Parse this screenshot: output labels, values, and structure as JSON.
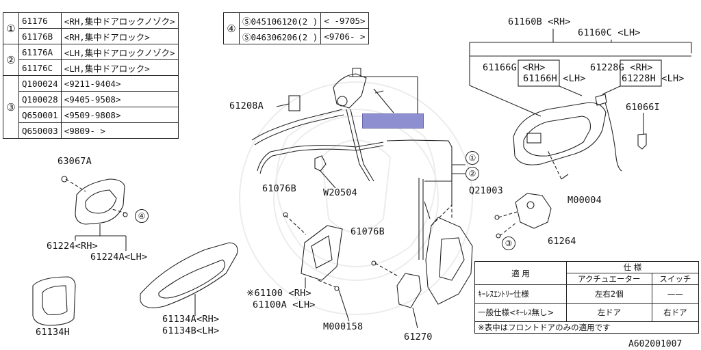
{
  "left_table": {
    "groups": [
      {
        "num": "①",
        "rows": [
          [
            "61176",
            "<RH,集中ドアロックノゾク>"
          ],
          [
            "61176B",
            "<RH,集中ドアロック>"
          ]
        ]
      },
      {
        "num": "②",
        "rows": [
          [
            "61176A",
            "<LH,集中ドアロックノゾク>"
          ],
          [
            "61176C",
            "<LH,集中ドアロック>"
          ]
        ]
      },
      {
        "num": "③",
        "rows": [
          [
            "Q100024",
            "<9211-9404>"
          ],
          [
            "Q100028",
            "<9405-9508>"
          ],
          [
            "Q650001",
            "<9509-9808>"
          ],
          [
            "Q650003",
            "<9809-   >"
          ]
        ]
      }
    ]
  },
  "right_table": {
    "num": "④",
    "rows": [
      [
        "Ⓢ045106120(2 )",
        "<    -9705>"
      ],
      [
        "Ⓢ046306206(2 )",
        "<9706-    >"
      ]
    ]
  },
  "labels": {
    "l61160b": "61160B <RH>",
    "l61160c": "61160C <LH>",
    "l61166g": "61166G <RH>",
    "l61166h": "61166H <LH>",
    "l61228g": "61228G <RH>",
    "l61228h": "61228H <LH>",
    "l61066i": "61066I",
    "l61208a": "61208A",
    "l63067a": "63067A",
    "lw20504": "W20504",
    "l61076b_1": "61076B",
    "l61076b_2": "61076B",
    "lq21003": "Q21003",
    "lm00004": "M00004",
    "l61264": "61264",
    "l61224": "61224<RH>",
    "l61224a": "61224A<LH>",
    "l61100": "※61100 <RH>",
    "l61100a": "61100A <LH>",
    "lm000158": "M000158",
    "l61270": "61270",
    "l61134a": "61134A<RH>",
    "l61134b": "61134B<LH>",
    "l61134h": "61134H"
  },
  "callouts": {
    "c1": "①",
    "c2": "②",
    "c3": "③",
    "c4": "④"
  },
  "spec_table": {
    "head_apply": "適  用",
    "head_spec": "仕  様",
    "head_actuator": "アクチュエーター",
    "head_switch": "スイッチ",
    "row1": [
      "ｷｰﾚｽｴﾝﾄﾘｰ仕様",
      "左右2個",
      "——"
    ],
    "row2": [
      "一般仕様<ｷｰﾚｽ無し>",
      "左ドア",
      "右ドア"
    ],
    "note": "※表中はフロントドアのみの適用です"
  },
  "diagram_code": "A602001007",
  "colors": {
    "highlight": "#8e8fd0",
    "line": "#222222"
  }
}
